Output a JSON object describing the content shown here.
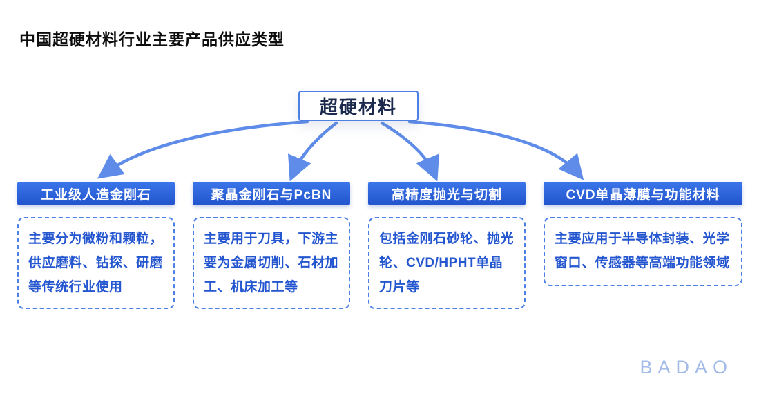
{
  "page": {
    "title": "中国超硬材料行业主要产品供应类型",
    "root_label": "超硬材料",
    "watermark": "BADAO"
  },
  "columns": [
    {
      "header": "工业级人造金刚石",
      "body": "主要分为微粉和颗粒，供应磨料、钻探、研磨等传统行业使用"
    },
    {
      "header": "聚晶金刚石与PcBN",
      "body": "主要用于刀具，下游主要为金属切削、石材加工、机床加工等"
    },
    {
      "header": "高精度抛光与切割",
      "body": "包括金刚石砂轮、抛光轮、CVD/HPHT单晶刀片等"
    },
    {
      "header": "CVD单晶薄膜与功能材料",
      "body": "主要应用于半导体封装、光学窗口、传感器等高端功能领域"
    }
  ],
  "colors": {
    "accent_blue": "#2d63d9",
    "header_gradient_top": "#3b76ea",
    "header_gradient_bottom": "#2254cc",
    "arrow": "#5e8ce8",
    "body_text": "#2456cf",
    "watermark": "#a3bbe8"
  }
}
